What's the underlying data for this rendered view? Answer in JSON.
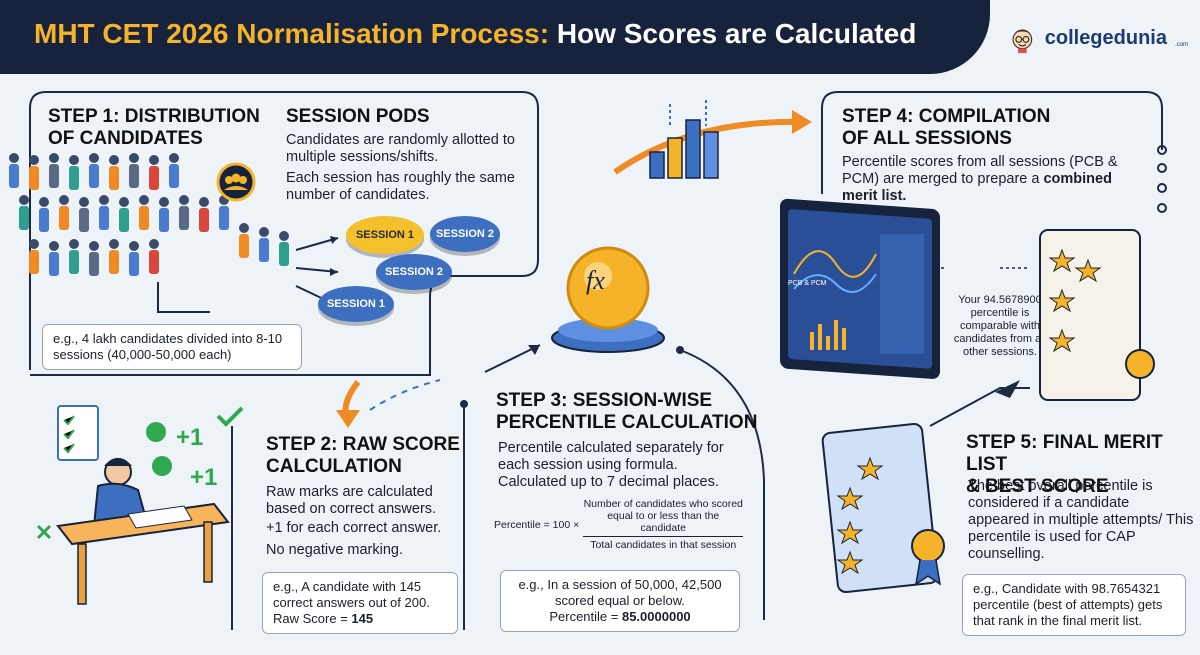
{
  "title": {
    "part1": "MHT CET 2026 Normalisation Process:",
    "part2": "How Scores are Calculated"
  },
  "brand": {
    "name": "collegedunia",
    "suffix": ".com"
  },
  "step1": {
    "heading_line1": "STEP 1: DISTRIBUTION",
    "heading_line2": "OF CANDIDATES",
    "note": "e.g., 4 lakh candidates divided into 8-10 sessions (40,000-50,000 each)"
  },
  "session_pods": {
    "heading": "SESSION PODS",
    "text1": "Candidates are randomly allotted to multiple sessions/shifts.",
    "text2": "Each session has roughly the same number of candidates.",
    "pods": [
      "SESSION 1",
      "SESSION 2",
      "SESSION 2",
      "SESSION 1"
    ]
  },
  "step2": {
    "heading_line1": "STEP 2: RAW SCORE",
    "heading_line2": "CALCULATION",
    "text1": "Raw marks are calculated based on correct answers.",
    "text2": "+1 for each correct answer.",
    "text3": "No negative marking.",
    "note_line1": "e.g., A candidate with 145 correct answers out of 200.",
    "note_label": "Raw Score = ",
    "note_value": "145",
    "plus": [
      "+1",
      "+1"
    ]
  },
  "step3": {
    "heading_line1": "STEP 3: SESSION-WISE",
    "heading_line2": "PERCENTILE CALCULATION",
    "text": "Percentile calculated separately for each session using formula. Calculated up to 7 decimal places.",
    "formula_lhs": "Percentile = 100 ×",
    "formula_num": "Number of candidates who scored equal to or less than the candidate",
    "formula_den": "Total candidates in that session",
    "note_line1": "e.g., In a session of 50,000, 42,500 scored equal or below.",
    "note_label": "Percentile = ",
    "note_value": "85.0000000",
    "fx": "fx"
  },
  "step4": {
    "heading_line1": "STEP 4: COMPILATION",
    "heading_line2": "OF ALL SESSIONS",
    "text": "Percentile scores from all sessions (PCB & PCM) are merged to prepare a",
    "text_bold": "combined merit list.",
    "screen_label": "PCB & PCM",
    "callout": "Your 94.5678900 percentile is comparable with candidates from all other sessions."
  },
  "step5": {
    "heading_line1": "STEP 5: FINAL MERIT LIST",
    "heading_line2": "& BEST SCORE",
    "text": "The best overall percentile is considered if a candidate appeared in multiple attempts/ This percentile is used for CAP counselling.",
    "note": "e.g., Candidate with 98.7654321 percentile (best of attempts) gets that rank in the final merit list."
  },
  "colors": {
    "navy": "#17233d",
    "gold": "#f5b32a",
    "blue": "#3d6fc0",
    "yellow": "#f4c02c",
    "orange": "#f08a24",
    "green": "#2fa84f"
  }
}
